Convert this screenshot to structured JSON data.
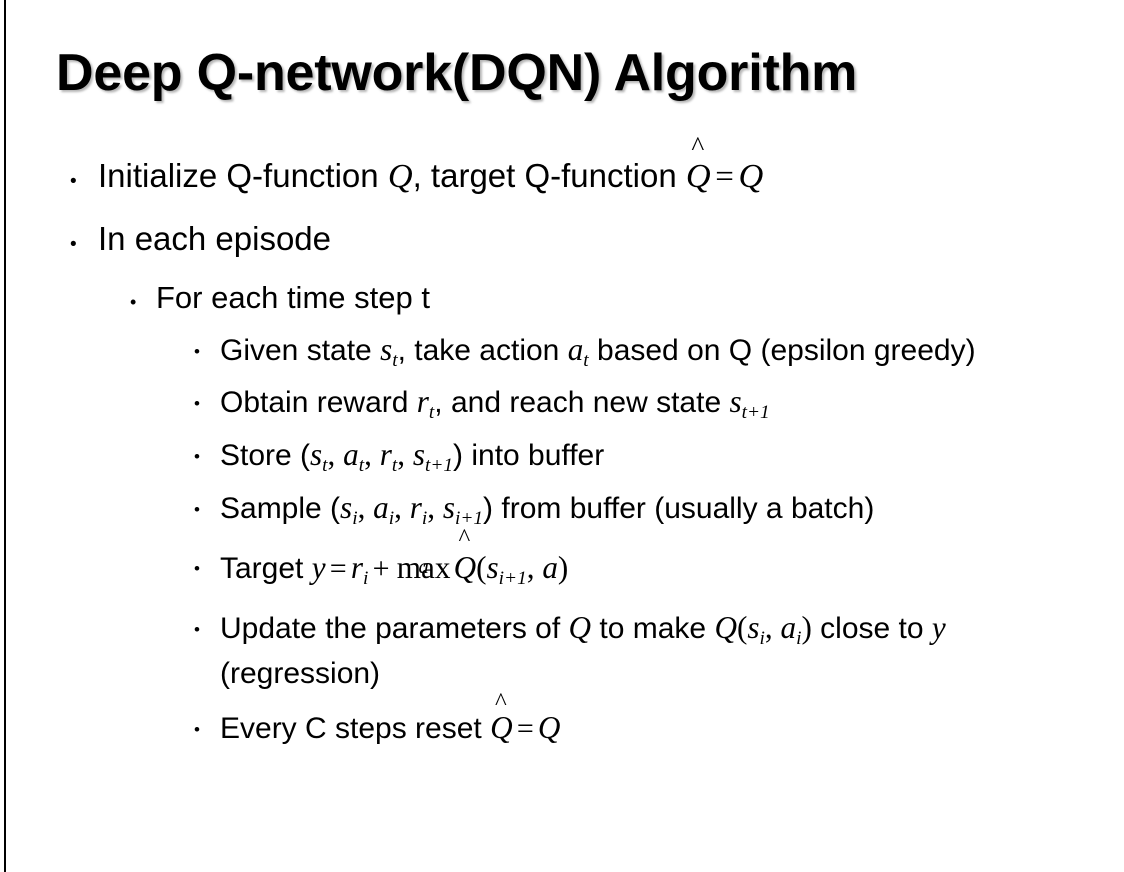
{
  "slide": {
    "title": "Deep Q-network(DQN) Algorithm",
    "background_color": "#ffffff",
    "text_color": "#000000",
    "left_rule_color": "#000000",
    "bullet_marker": "•"
  },
  "body": {
    "l1_initialize": {
      "pre": "Initialize Q-function ",
      "var_q1": "Q",
      "mid": ", target Q-function ",
      "hat": "̂",
      "var_qhat": "Q",
      "equals": "=",
      "var_q2": "Q"
    },
    "l1_episode": {
      "text": "In each episode"
    },
    "l2_timestep": {
      "text": "For each time step t"
    },
    "l3_given_state": {
      "pre": "Given state ",
      "var_s": "s",
      "sub_s": "t",
      "mid": ", take action ",
      "var_a": "a",
      "sub_a": "t",
      "post": " based on Q (epsilon greedy)"
    },
    "l3_obtain_reward": {
      "pre": "Obtain reward ",
      "var_r": "r",
      "sub_r": "t",
      "mid": ", and reach new state ",
      "var_s": "s",
      "sub_s": "t+1"
    },
    "l3_store": {
      "pre": "Store (",
      "v1": "s",
      "s1": "t",
      "c1": ", ",
      "v2": "a",
      "s2": "t",
      "c2": ", ",
      "v3": "r",
      "s3": "t",
      "c3": ", ",
      "v4": "s",
      "s4": "t+1",
      "post": ") into buffer"
    },
    "l3_sample": {
      "pre": "Sample (",
      "v1": "s",
      "s1": "i",
      "c1": ", ",
      "v2": "a",
      "s2": "i",
      "c2": ", ",
      "v3": "r",
      "s3": "i",
      "c3": ", ",
      "v4": "s",
      "s4": "i+1",
      "post": ") from buffer (usually a batch)"
    },
    "l3_target": {
      "pre": "Target ",
      "var_y": "y",
      "equals": "=",
      "var_r": "r",
      "sub_r": "i",
      "plus": "+",
      "max_label": "max",
      "max_limit": "a",
      "hat": "̂",
      "var_qhat": "Q",
      "open": "(",
      "var_s": "s",
      "sub_s": "i+1",
      "comma": ", ",
      "var_a": "a",
      "close": ")"
    },
    "l3_update": {
      "pre": "Update the parameters of ",
      "var_q1": "Q",
      "mid": " to make ",
      "var_q2": "Q",
      "open": "(",
      "var_s": "s",
      "sub_s": "i",
      "comma": ", ",
      "var_a": "a",
      "sub_a": "i",
      "close": ")",
      "post": " close to ",
      "var_y": "y",
      "tail": " (regression)"
    },
    "l3_reset": {
      "pre": "Every C steps reset ",
      "hat": "̂",
      "var_qhat": "Q",
      "equals": "=",
      "var_q": "Q"
    }
  }
}
